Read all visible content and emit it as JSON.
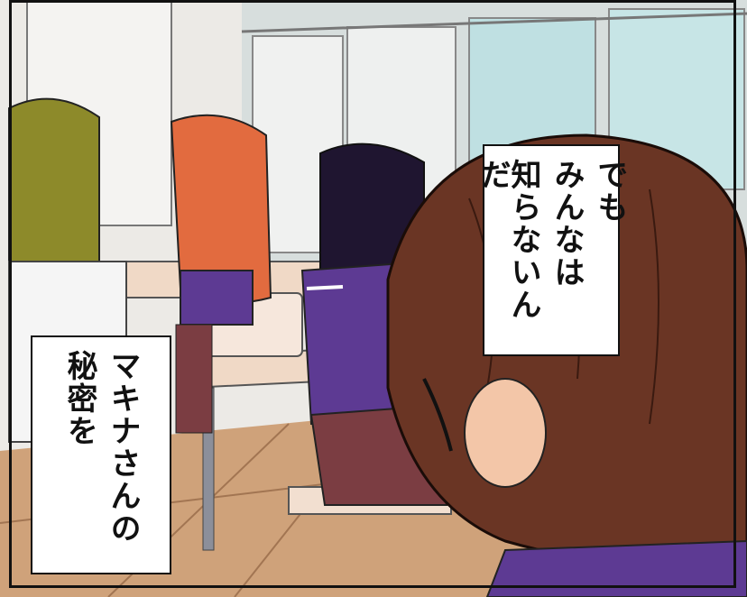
{
  "panel": {
    "caption_right": {
      "lines": [
        "でも",
        "みんなは",
        "知らないんだ"
      ]
    },
    "caption_left": {
      "lines": [
        "マキナさんの",
        "秘密を"
      ]
    }
  },
  "colors": {
    "wall": "#e9e7e3",
    "window_glass": "#bfe0e2",
    "floor": "#cfa27a",
    "desk_top": "#f0d9c6",
    "uniform_purple": "#5d3a93",
    "skirt_red": "#7b3d42",
    "hair_blonde": "#8d8a2a",
    "hair_orange": "#e26b3f",
    "hair_black": "#1f1530",
    "hair_brown": "#6a3524"
  }
}
